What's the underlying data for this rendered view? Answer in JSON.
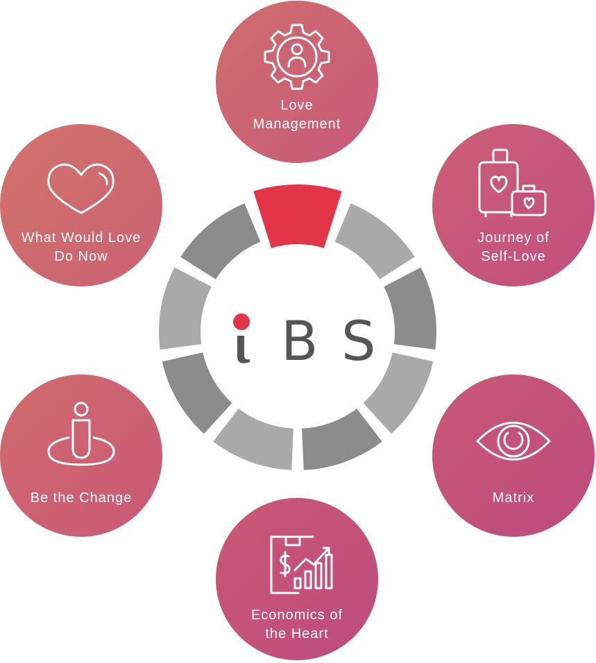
{
  "logo": {
    "letters": [
      "B",
      "S"
    ],
    "dot_color": "#e0354a",
    "text_color": "#555555"
  },
  "ring": {
    "active_color": "#e23548",
    "gray_colors": [
      "#8c8c8c",
      "#a9a9a9"
    ]
  },
  "nodes": [
    {
      "id": "love-management",
      "lines": [
        "Love",
        "Management"
      ],
      "icon": "gear-person-icon",
      "color_start": "#cf6e6d",
      "color_end": "#c8597b"
    },
    {
      "id": "journey-of-self-love",
      "lines": [
        "Journey of",
        "Self-Love"
      ],
      "icon": "luggage-heart-icon",
      "color_start": "#cc5f76",
      "color_end": "#c24f7e"
    },
    {
      "id": "matrix",
      "lines": [
        "Matrix"
      ],
      "icon": "eye-icon",
      "color_start": "#c95877",
      "color_end": "#bd4b7e"
    },
    {
      "id": "economics-of-the-heart",
      "lines": [
        "Economics of",
        "the Heart"
      ],
      "icon": "finance-chart-icon",
      "color_start": "#ca5875",
      "color_end": "#bd4b7e"
    },
    {
      "id": "be-the-change",
      "lines": [
        "Be the Change"
      ],
      "icon": "person-standing-icon",
      "color_start": "#d06c6d",
      "color_end": "#c95877"
    },
    {
      "id": "what-would-love-do-now",
      "lines": [
        "What Would Love",
        "Do Now"
      ],
      "icon": "heart-icon",
      "color_start": "#d2736b",
      "color_end": "#cb6173"
    }
  ]
}
